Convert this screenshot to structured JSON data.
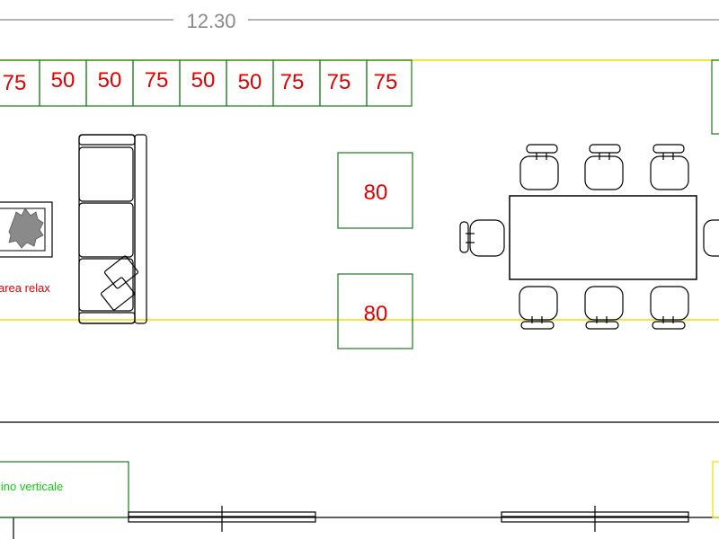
{
  "dimension": "12.30",
  "top_panels": [
    "75",
    "50",
    "50",
    "75",
    "50",
    "50",
    "75",
    "75",
    "75"
  ],
  "center_panels": [
    "80",
    "80"
  ],
  "relax_label": "area relax",
  "bottom_label": "lino verticale",
  "colors": {
    "line": "#000000",
    "dimension": "#8a8a8a",
    "panel_text": "#e00000",
    "panel_border": "#1a7a1a",
    "guide": "#e8e000",
    "bottom_label": "#10d010",
    "plant": "#888888"
  },
  "icons": [
    "sofa-icon",
    "plant-icon",
    "armchair-icon",
    "chair-icon",
    "table-icon",
    "window-icon"
  ]
}
